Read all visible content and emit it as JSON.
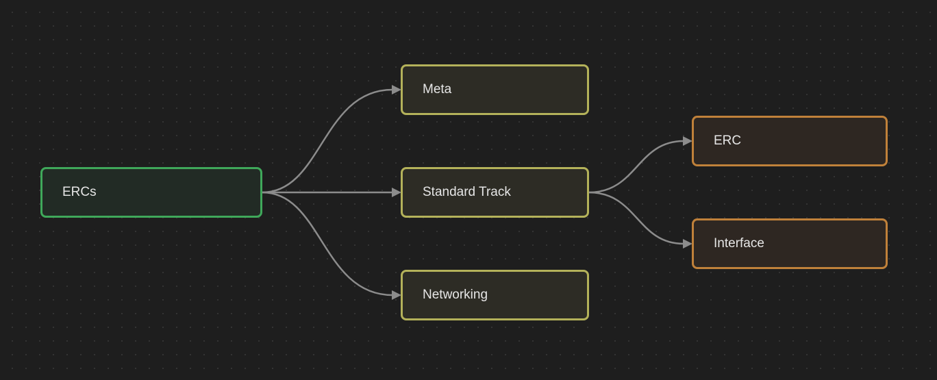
{
  "diagram": {
    "nodes": {
      "ercs": "ERCs",
      "meta": "Meta",
      "standard_track": "Standard Track",
      "networking": "Networking",
      "erc": "ERC",
      "interface": "Interface"
    },
    "edges": [
      {
        "from": "ERCs",
        "to": "Meta"
      },
      {
        "from": "ERCs",
        "to": "Standard Track"
      },
      {
        "from": "ERCs",
        "to": "Networking"
      },
      {
        "from": "Standard Track",
        "to": "ERC"
      },
      {
        "from": "Standard Track",
        "to": "Interface"
      }
    ],
    "colors": {
      "background": "#1e1e1e",
      "root_border": "#3fa85a",
      "level1_border": "#b4b25a",
      "level2_border": "#c0813a",
      "edge": "#8c8c8c"
    }
  }
}
